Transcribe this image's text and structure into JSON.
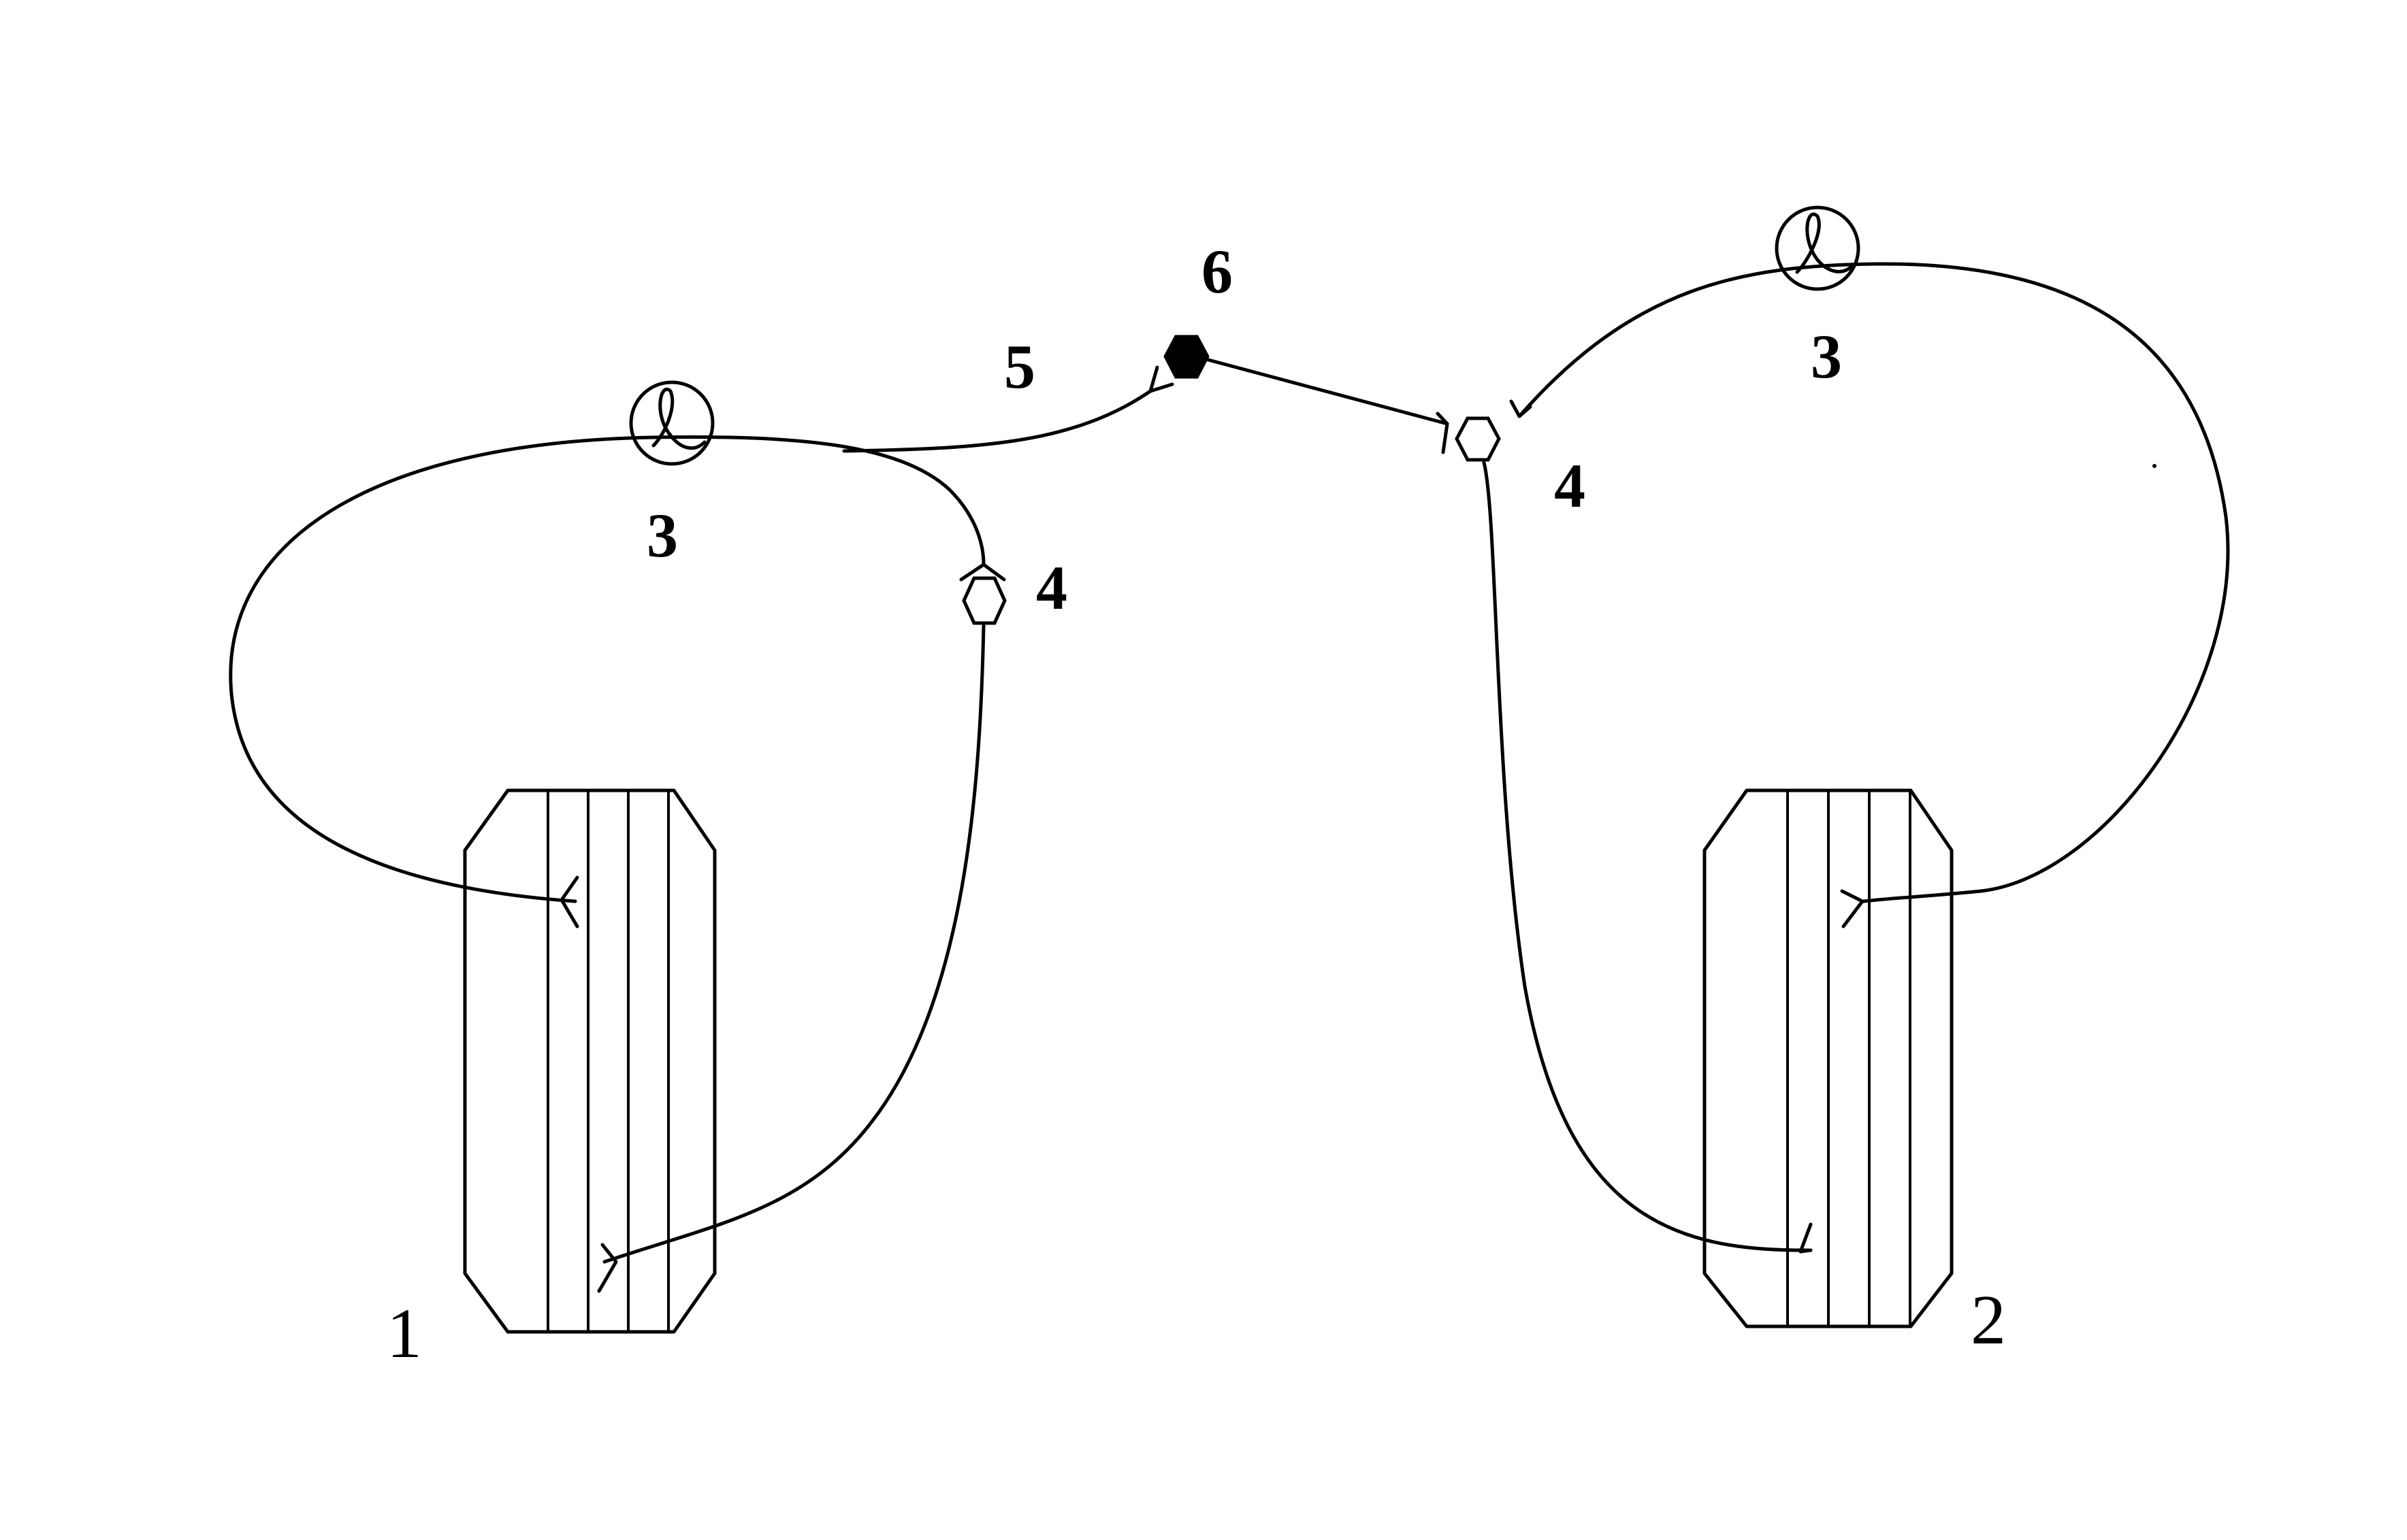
{
  "diagram": {
    "labels": {
      "particle_1": "1",
      "particle_2": "2",
      "label_3_left": "3",
      "label_3_right": "3",
      "label_4_left": "4",
      "label_4_right": "4",
      "label_5": "5",
      "label_6": "6"
    },
    "colors": {
      "stroke": "#000000",
      "background": "#ffffff"
    }
  }
}
